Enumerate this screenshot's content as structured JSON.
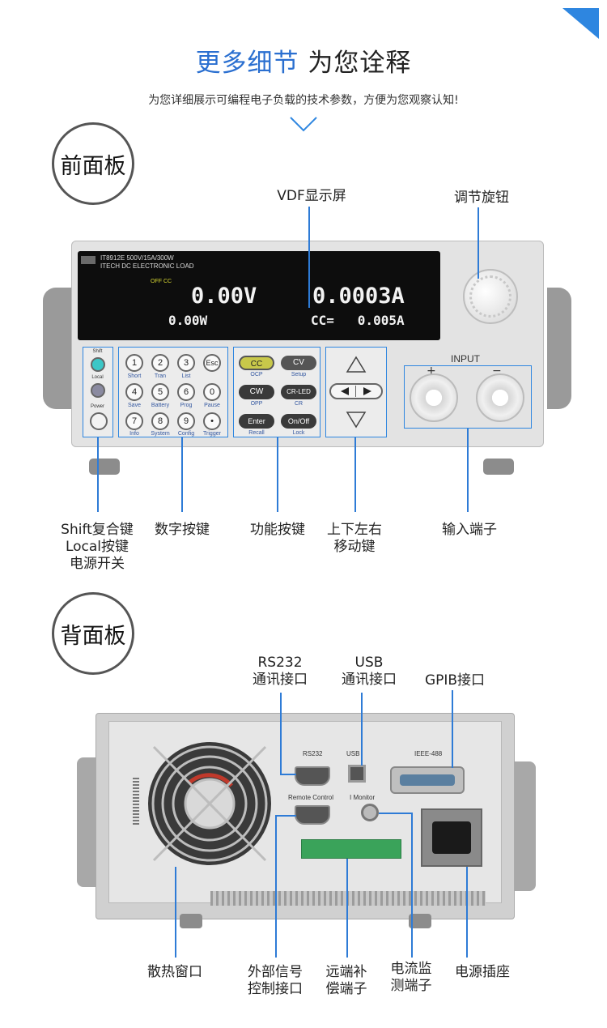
{
  "header": {
    "title_highlight": "更多细节",
    "title_rest": "为您诠释",
    "subtitle": "为您详细展示可编程电子负载的技术参数，方便为您观察认知!"
  },
  "front": {
    "badge": "前面板",
    "model": "IT8912E  500V/15A/300W",
    "brand_line": "ITECH DC ELECTRONIC LOAD",
    "status": "OFF  CC",
    "voltage": "0.00V",
    "current": "0.0003A",
    "power": "0.00W",
    "mode_line": "CC=   0.005A",
    "input_label": "INPUT",
    "plus": "+",
    "minus": "−",
    "left_keys": {
      "shift": "Shift",
      "local": "Local",
      "power": "Power"
    },
    "num_keys": [
      {
        "k": "1",
        "l": "Short"
      },
      {
        "k": "2",
        "l": "Tran"
      },
      {
        "k": "3",
        "l": "List"
      },
      {
        "k": "Esc",
        "l": ""
      },
      {
        "k": "4",
        "l": "Save"
      },
      {
        "k": "5",
        "l": "Battery"
      },
      {
        "k": "6",
        "l": "Prog"
      },
      {
        "k": "0",
        "l": "Pause"
      },
      {
        "k": "7",
        "l": "Info"
      },
      {
        "k": "8",
        "l": "System"
      },
      {
        "k": "9",
        "l": "Config"
      },
      {
        "k": "•",
        "l": "Trigger"
      }
    ],
    "func_keys": [
      {
        "k": "CC",
        "l": "OCP"
      },
      {
        "k": "CV",
        "l": "Setup"
      },
      {
        "k": "CW",
        "l": "OPP"
      },
      {
        "k": "CR-LED",
        "l": "CR"
      },
      {
        "k": "Enter",
        "l": "Recall"
      },
      {
        "k": "On/Off",
        "l": "Lock"
      }
    ],
    "callouts": {
      "vdf": "VDF显示屏",
      "knob": "调节旋钮",
      "shift1": "Shift复合键",
      "shift2": "Local按键",
      "shift3": "电源开关",
      "digits": "数字按键",
      "funcs": "功能按键",
      "arrows1": "上下左右",
      "arrows2": "移动键",
      "input": "输入端子"
    }
  },
  "rear": {
    "badge": "背面板",
    "port_labels": {
      "rs232": "RS232",
      "usb": "USB",
      "ieee": "IEEE-488",
      "remote": "Remote Control",
      "imonitor": "I Monitor"
    },
    "callouts": {
      "rs232_1": "RS232",
      "rs232_2": "通讯接口",
      "usb_1": "USB",
      "usb_2": "通讯接口",
      "gpib": "GPIB接口",
      "fan": "散热窗口",
      "ext1": "外部信号",
      "ext2": "控制接口",
      "sense1": "远端补",
      "sense2": "偿端子",
      "imon1": "电流监",
      "imon2": "测端子",
      "power": "电源插座"
    }
  },
  "colors": {
    "accent": "#2a6fd0",
    "callout_line": "#2e7bd6"
  }
}
